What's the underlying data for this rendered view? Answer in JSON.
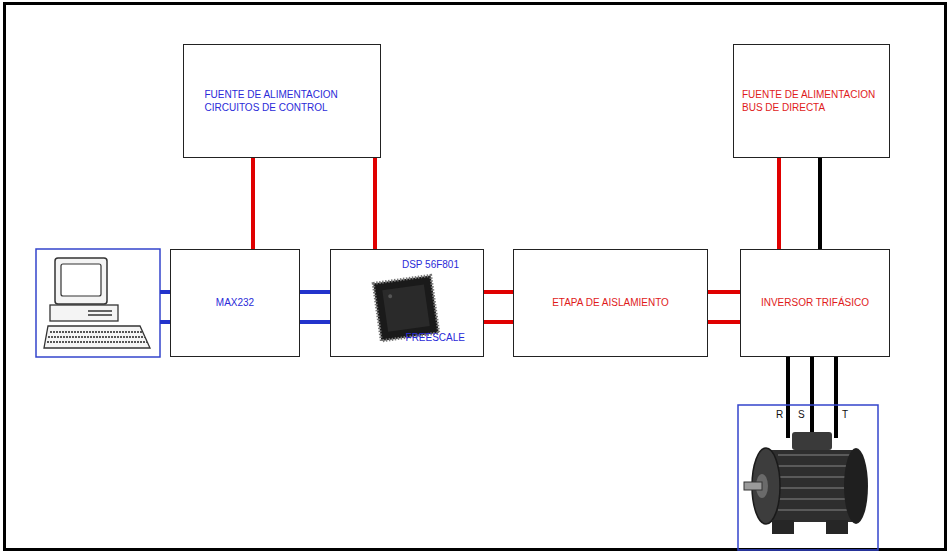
{
  "diagram": {
    "nodes": [
      {
        "text": [
          "FUENTE DE ALIMENTACION CIRCUITOS DE CONTROL"
        ]
      },
      {
        "text": [
          "FUENTE DE ALIMENTACION BUS DE DIRECTA"
        ]
      },
      {
        "text": [
          "MAX232"
        ]
      },
      {
        "text": [
          "DSP 56F801",
          "FREESCALE"
        ]
      },
      {
        "text": [
          "ETAPA DE AISLAMIENTO"
        ]
      },
      {
        "text": [
          "INVERSOR TRIFÁSICO"
        ]
      }
    ],
    "edges": [
      {
        "from": 0,
        "to": 2,
        "arrow": "none"
      },
      {
        "from": 0,
        "to": 3,
        "arrow": "none"
      },
      {
        "from": 2,
        "to": 3,
        "arrow": "none"
      },
      {
        "from": 2,
        "to": 3,
        "arrow": "none"
      },
      {
        "from": 3,
        "to": 4,
        "arrow": "none"
      },
      {
        "from": 3,
        "to": 4,
        "arrow": "none"
      },
      {
        "from": 4,
        "to": 5,
        "arrow": "none"
      },
      {
        "from": 4,
        "to": 5,
        "arrow": "none"
      },
      {
        "from": 1,
        "to": 5,
        "arrow": "none"
      },
      {
        "from": 1,
        "to": 5,
        "arrow": "none"
      }
    ],
    "labels": [
      "R",
      "S",
      "T"
    ]
  }
}
